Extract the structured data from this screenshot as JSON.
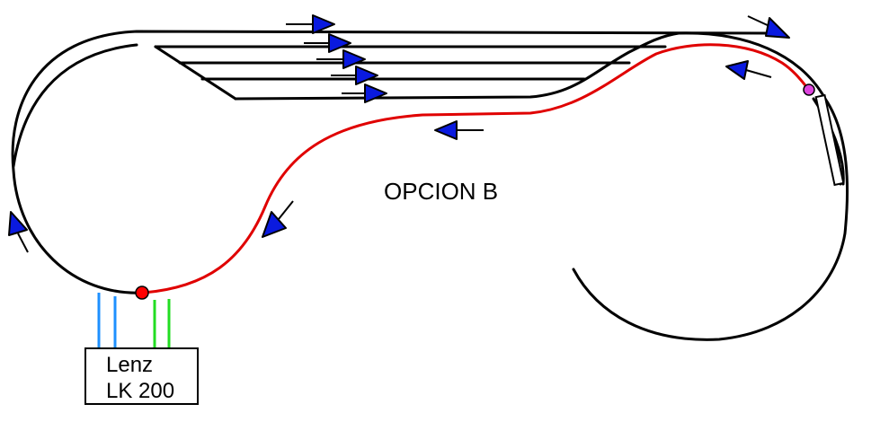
{
  "title": "OPCION B",
  "box": {
    "line1": "Lenz",
    "line2": "LK 200"
  },
  "colors": {
    "track": "#000000",
    "reverse_loop": "#e00000",
    "arrow_fill": "#0a1adf",
    "feeder_blue": "#1e90ff",
    "feeder_green": "#22dd22",
    "gap_red": "#ff0000",
    "gap_magenta": "#dd44dd"
  },
  "icons": {
    "direction_arrow": "triangle-arrow-icon",
    "isolation_point": "circle-dot-icon"
  }
}
